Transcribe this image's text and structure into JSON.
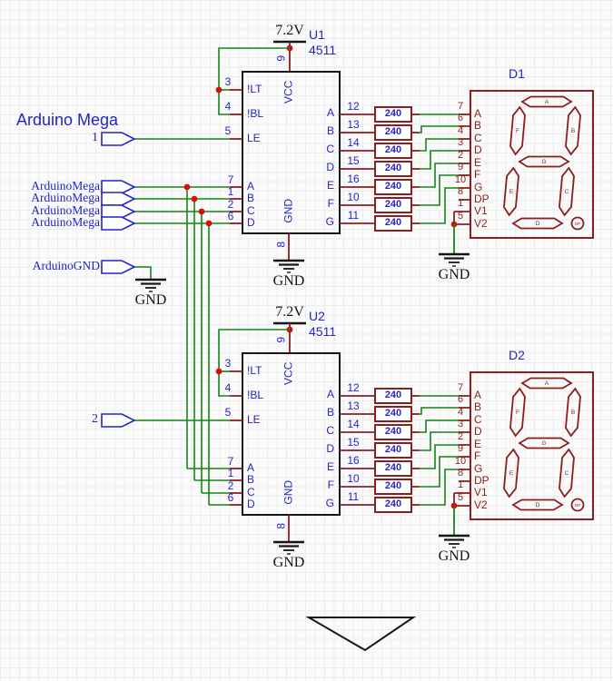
{
  "title": {
    "arduino_mega": "Arduino Mega"
  },
  "power": {
    "rail_label": "7.2V"
  },
  "ground": {
    "label": "GND"
  },
  "connectors": {
    "le": [
      {
        "label": "1"
      },
      {
        "label": "2"
      }
    ],
    "data_flags": [
      {
        "label": "ArduinoMega"
      },
      {
        "label": "ArduinoMega"
      },
      {
        "label": "ArduinoMega"
      },
      {
        "label": "ArduinoMega"
      }
    ],
    "gnd_flag": {
      "label": "ArduinoGND"
    }
  },
  "resistors": {
    "value": "240"
  },
  "ics": [
    {
      "ref": "U1",
      "value": "4511",
      "vcc": {
        "pin": "9",
        "name": "VCC"
      },
      "gnd": {
        "pin": "8",
        "name": "GND"
      },
      "left_pins": [
        {
          "num": "3",
          "name": "!LT"
        },
        {
          "num": "4",
          "name": "!BL"
        },
        {
          "num": "5",
          "name": "LE"
        },
        {
          "num": "7",
          "name": "A"
        },
        {
          "num": "1",
          "name": "B"
        },
        {
          "num": "2",
          "name": "C"
        },
        {
          "num": "6",
          "name": "D"
        }
      ],
      "right_pins": [
        {
          "num": "12",
          "name": "A"
        },
        {
          "num": "13",
          "name": "B"
        },
        {
          "num": "14",
          "name": "C"
        },
        {
          "num": "15",
          "name": "D"
        },
        {
          "num": "16",
          "name": "E"
        },
        {
          "num": "10",
          "name": "F"
        },
        {
          "num": "11",
          "name": "G"
        }
      ]
    },
    {
      "ref": "U2",
      "value": "4511",
      "vcc": {
        "pin": "9",
        "name": "VCC"
      },
      "gnd": {
        "pin": "8",
        "name": "GND"
      },
      "left_pins": [
        {
          "num": "3",
          "name": "!LT"
        },
        {
          "num": "4",
          "name": "!BL"
        },
        {
          "num": "5",
          "name": "LE"
        },
        {
          "num": "7",
          "name": "A"
        },
        {
          "num": "1",
          "name": "B"
        },
        {
          "num": "2",
          "name": "C"
        },
        {
          "num": "6",
          "name": "D"
        }
      ],
      "right_pins": [
        {
          "num": "12",
          "name": "A"
        },
        {
          "num": "13",
          "name": "B"
        },
        {
          "num": "14",
          "name": "C"
        },
        {
          "num": "15",
          "name": "D"
        },
        {
          "num": "16",
          "name": "E"
        },
        {
          "num": "10",
          "name": "F"
        },
        {
          "num": "11",
          "name": "G"
        }
      ]
    }
  ],
  "displays": [
    {
      "ref": "D1",
      "pins": [
        {
          "num": "7",
          "name": "A"
        },
        {
          "num": "6",
          "name": "B"
        },
        {
          "num": "4",
          "name": "C"
        },
        {
          "num": "3",
          "name": "D"
        },
        {
          "num": "2",
          "name": "E"
        },
        {
          "num": "9",
          "name": "F"
        },
        {
          "num": "10",
          "name": "G"
        },
        {
          "num": "8",
          "name": "DP"
        },
        {
          "num": "1",
          "name": "V1"
        },
        {
          "num": "5",
          "name": "V2"
        }
      ],
      "segments": [
        {
          "letter": "A"
        },
        {
          "letter": "F"
        },
        {
          "letter": "B"
        },
        {
          "letter": "G"
        },
        {
          "letter": "E"
        },
        {
          "letter": "C"
        },
        {
          "letter": "D"
        }
      ],
      "dp_label": "DP"
    },
    {
      "ref": "D2",
      "pins": [
        {
          "num": "7",
          "name": "A"
        },
        {
          "num": "6",
          "name": "B"
        },
        {
          "num": "4",
          "name": "C"
        },
        {
          "num": "3",
          "name": "D"
        },
        {
          "num": "2",
          "name": "E"
        },
        {
          "num": "9",
          "name": "F"
        },
        {
          "num": "10",
          "name": "G"
        },
        {
          "num": "8",
          "name": "DP"
        },
        {
          "num": "1",
          "name": "V1"
        },
        {
          "num": "5",
          "name": "V2"
        }
      ],
      "segments": [
        {
          "letter": "A"
        },
        {
          "letter": "F"
        },
        {
          "letter": "B"
        },
        {
          "letter": "G"
        },
        {
          "letter": "E"
        },
        {
          "letter": "C"
        },
        {
          "letter": "D"
        }
      ],
      "dp_label": "DP"
    }
  ],
  "colors": {
    "wire_green": "#168516",
    "net_dark_red": "#8b1f1f",
    "component_dark_red": "#8b1f1f",
    "junction_red": "#d40f0f",
    "text_blue": "#2424c8",
    "black": "#161616"
  }
}
